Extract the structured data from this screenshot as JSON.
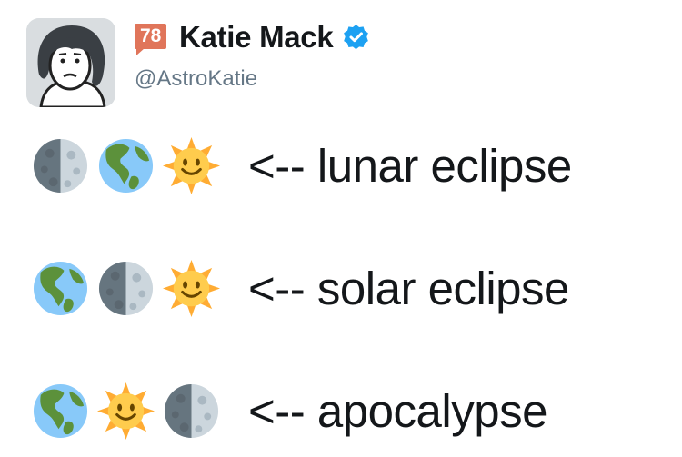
{
  "tweet": {
    "badge": "78",
    "display_name": "Katie Mack",
    "handle": "@AstroKatie",
    "verified": true,
    "avatar_icon": "cartoon-avatar-icon",
    "verified_icon": "verified-badge-icon"
  },
  "lines": [
    {
      "emojis": [
        "moon-icon",
        "earth-icon",
        "sun-icon"
      ],
      "text": "<-- lunar eclipse"
    },
    {
      "emojis": [
        "earth-icon",
        "moon-icon",
        "sun-icon"
      ],
      "text": "<-- solar eclipse"
    },
    {
      "emojis": [
        "earth-icon",
        "sun-icon",
        "moon-icon"
      ],
      "text": "<-- apocalypse"
    }
  ],
  "colors": {
    "badge": "#e0755a",
    "verified": "#1da1f2",
    "handle": "#657786",
    "text": "#14171a"
  }
}
